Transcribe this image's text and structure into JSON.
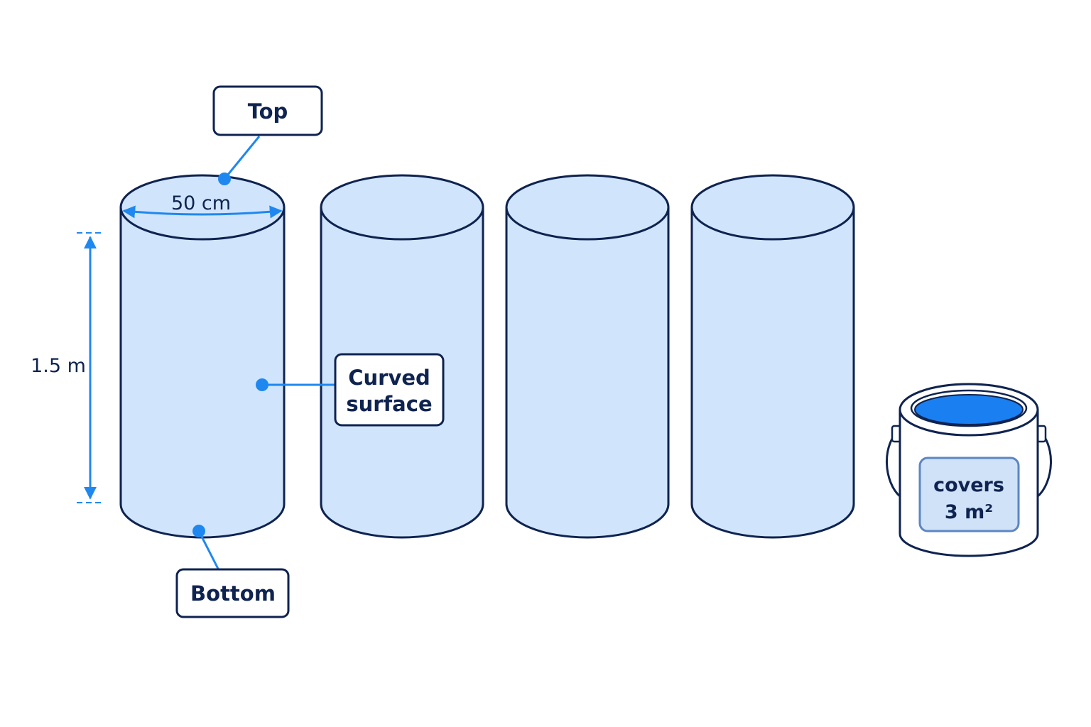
{
  "callouts": {
    "top": "Top",
    "bottom": "Bottom",
    "curved_line1": "Curved",
    "curved_line2": "surface"
  },
  "dimensions": {
    "diameter": "50 cm",
    "height": "1.5 m"
  },
  "paint_can": {
    "label_line1": "covers",
    "label_line2": "3 m²"
  },
  "colors": {
    "outline": "#0f2350",
    "cylinder_fill": "#d0e5fb",
    "accent_blue": "#1f88f0",
    "paint_blue": "#1a7ff0",
    "can_label_fill": "#d0e2f7",
    "can_label_border": "#5d86c3"
  }
}
